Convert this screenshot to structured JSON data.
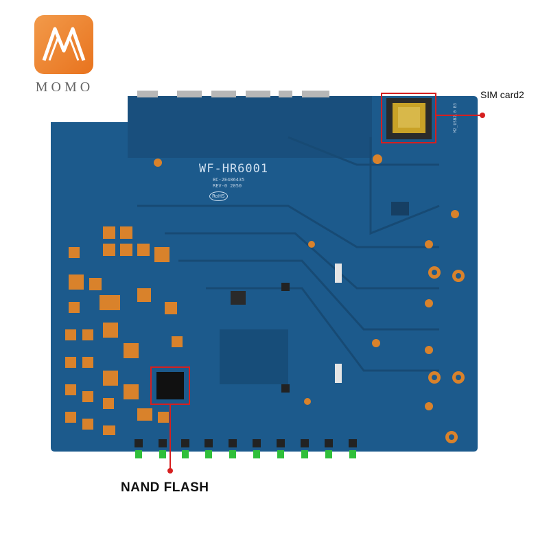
{
  "logo": {
    "text": "MOMO",
    "color": "#ee8a35"
  },
  "board": {
    "model": "WF-HR6001",
    "line1": "BC-2E486435",
    "line2": "REV-0 2050",
    "rohs": "RoHS",
    "sim_silk": "M2_USB2.0 B3",
    "pcb_color": "#1c5a8c",
    "pad_color": "#d9822b"
  },
  "callouts": {
    "sim": "SIM card2",
    "nand": "NAND FLASH",
    "line_color": "#d61f1f"
  }
}
